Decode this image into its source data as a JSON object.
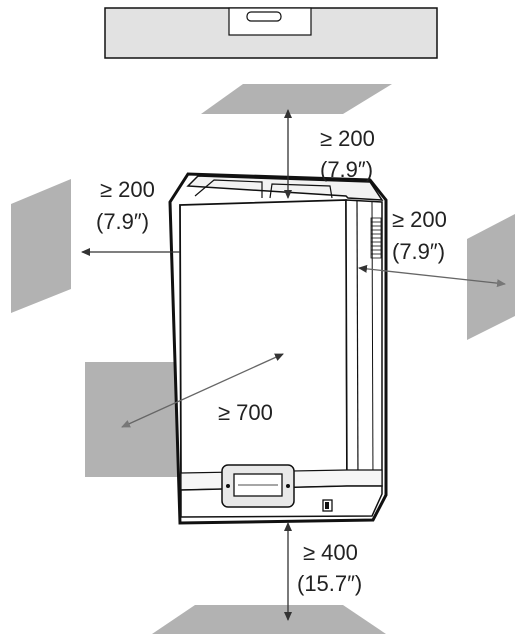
{
  "clearances": {
    "top": {
      "value": "≥ 200",
      "imperial": "(7.9″)"
    },
    "left": {
      "value": "≥ 200",
      "imperial": "(7.9″)"
    },
    "right": {
      "value": "≥ 200",
      "imperial": "(7.9″)"
    },
    "front": {
      "value": "≥ 700"
    },
    "bottom": {
      "value": "≥ 400",
      "imperial": "(15.7″)"
    }
  },
  "colors": {
    "panel_gray": "#b2b2b2",
    "outline": "#111111",
    "arrow": "#333333",
    "arrow_light": "#666666"
  }
}
